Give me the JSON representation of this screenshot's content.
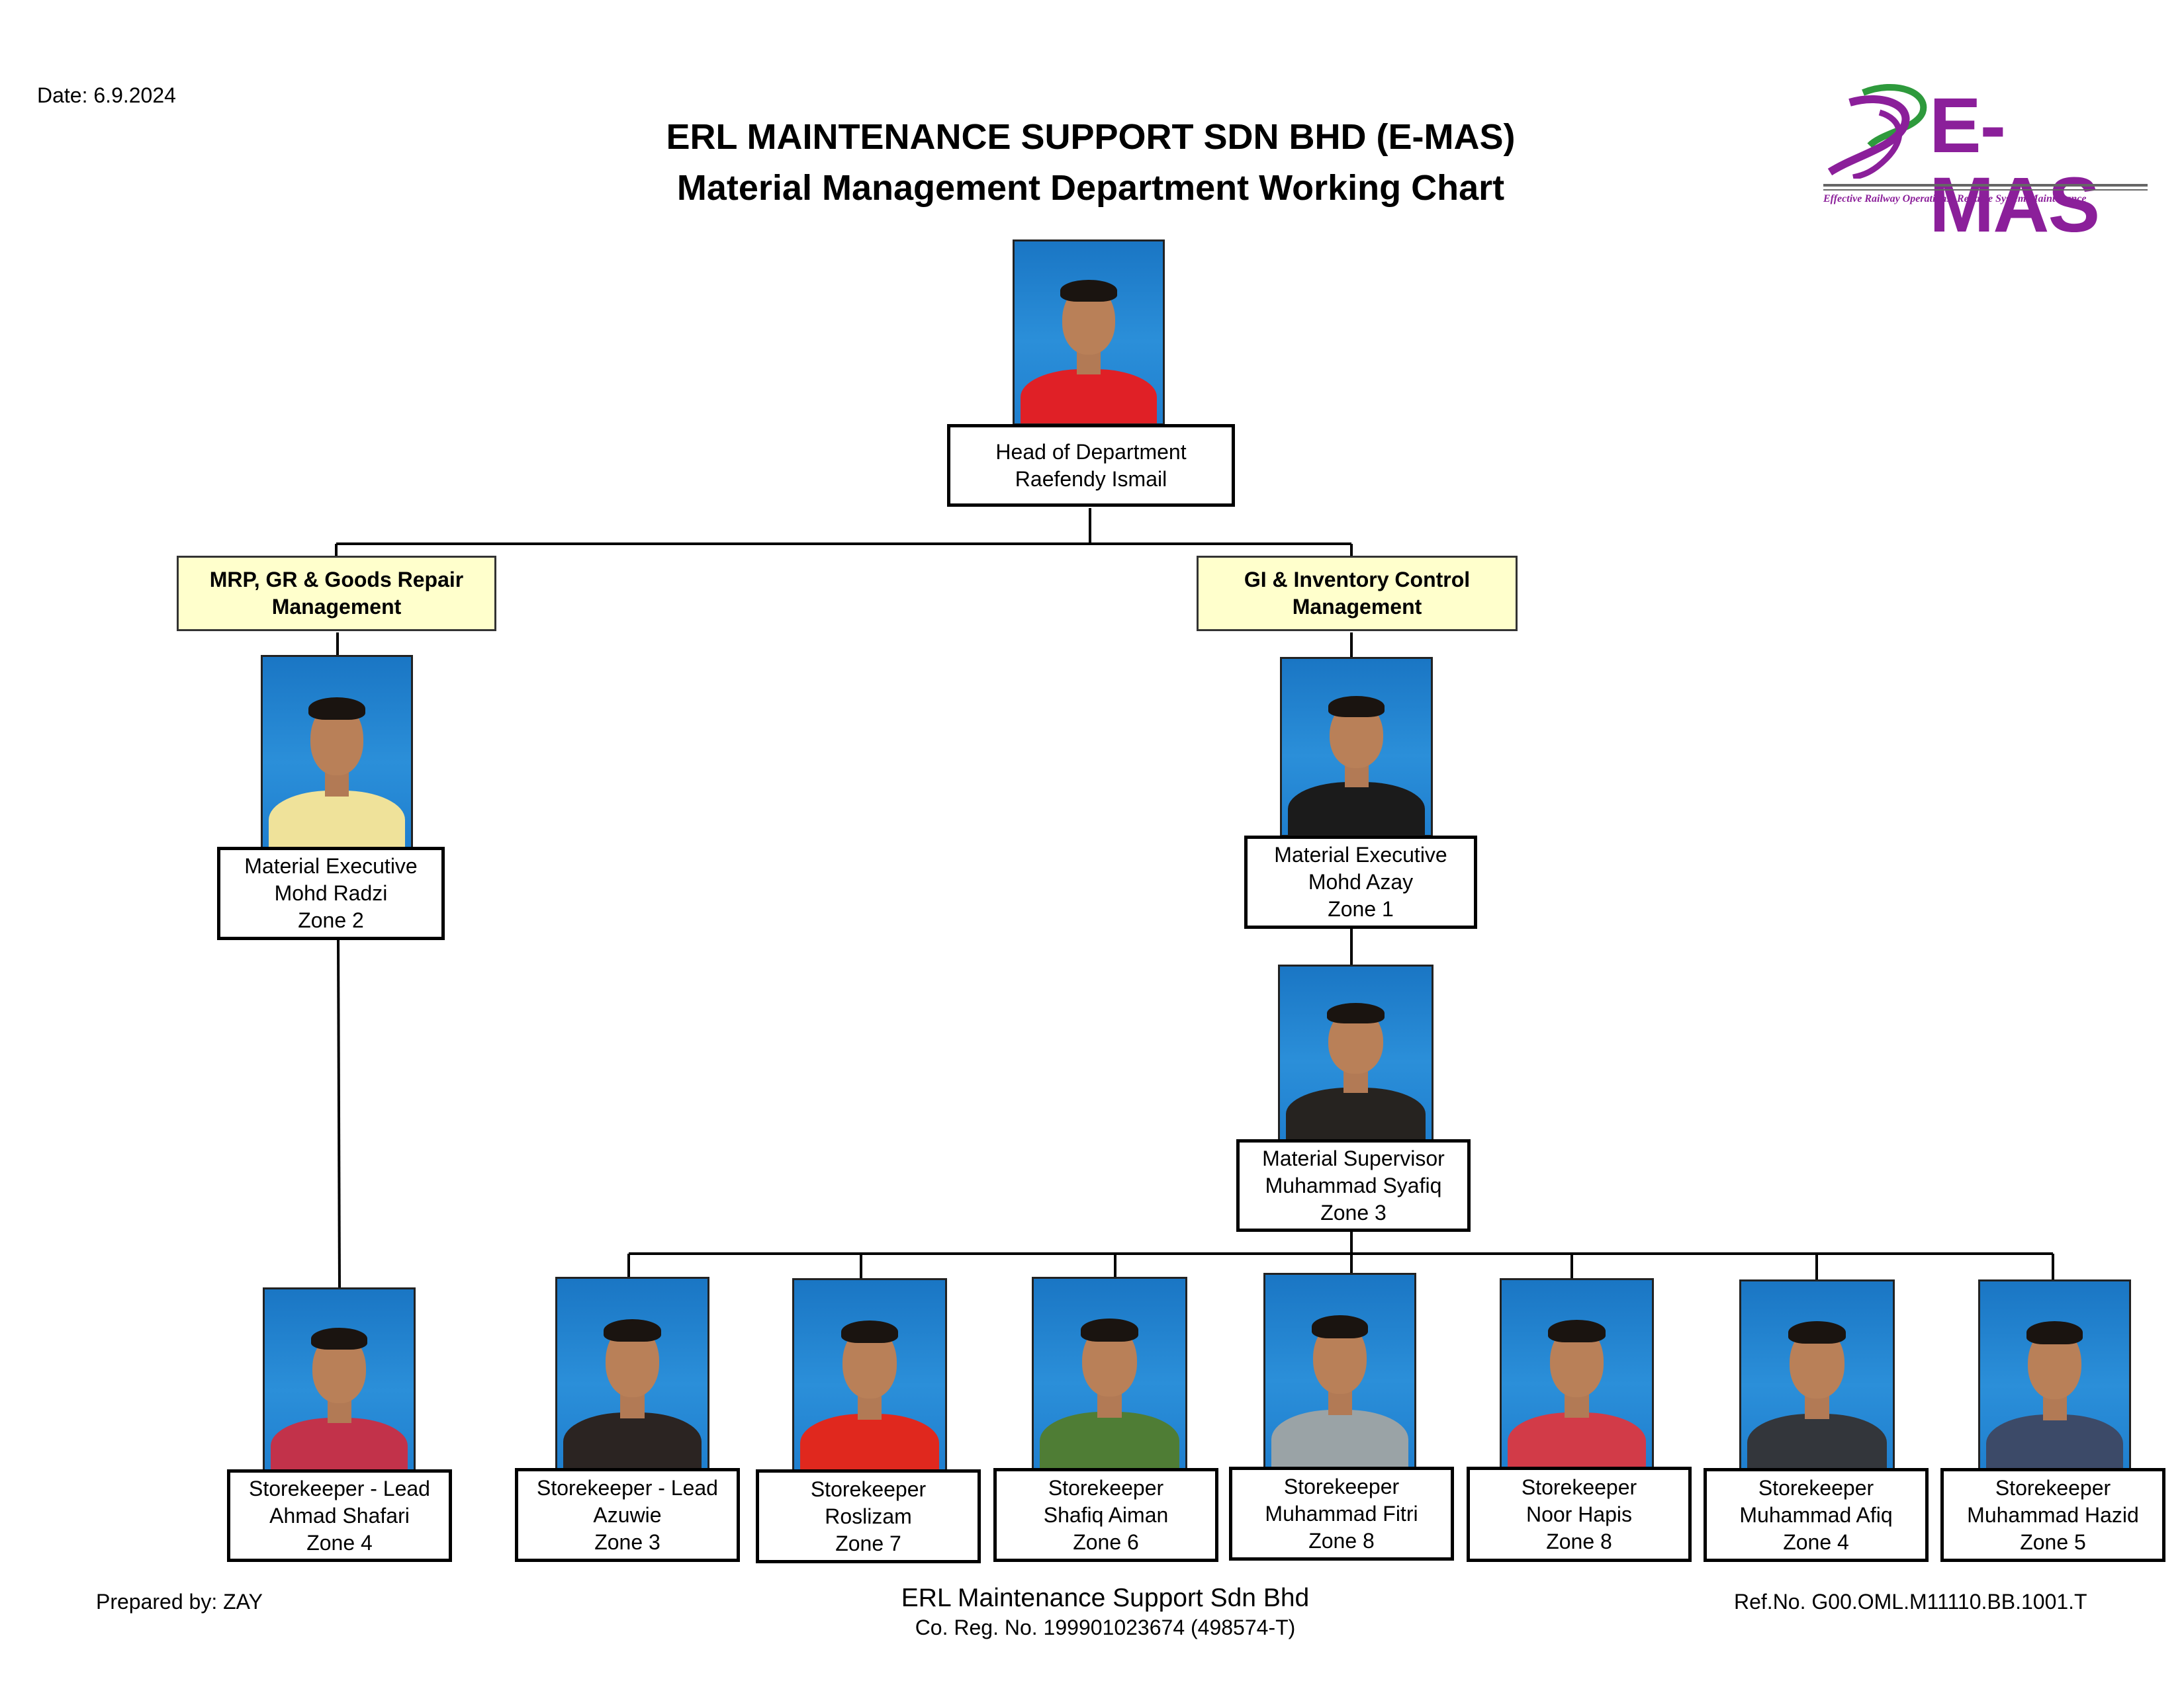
{
  "header": {
    "date": "Date: 6.9.2024",
    "title": "ERL MAINTENANCE SUPPORT SDN BHD (E-MAS)",
    "subtitle": "Material Management Department Working Chart"
  },
  "logo": {
    "text": "E-MAS",
    "tagline": "Effective Railway Operations; Reliable System Maintenance",
    "color": "#8b1f9a",
    "swoosh_green": "#2e9a3c"
  },
  "head": {
    "role": "Head of Department",
    "name": "Raefendy Ismail",
    "shirt": "#e02026"
  },
  "management": [
    {
      "line1": "MRP, GR & Goods Repair",
      "line2": "Management"
    },
    {
      "line1": "GI & Inventory Control",
      "line2": "Management"
    }
  ],
  "executives": [
    {
      "role": "Material Executive",
      "name": "Mohd Radzi",
      "zone": "Zone 2",
      "shirt": "#efe29a"
    },
    {
      "role": "Material Executive",
      "name": "Mohd Azay",
      "zone": "Zone 1",
      "shirt": "#1b1b1b"
    }
  ],
  "supervisor": {
    "role": "Material Supervisor",
    "name": "Muhammad Syafiq",
    "zone": "Zone 3",
    "shirt": "#262320"
  },
  "storekeepers": [
    {
      "role": "Storekeeper - Lead",
      "name": "Ahmad Shafari",
      "zone": "Zone 4",
      "shirt": "#c2324a"
    },
    {
      "role": "Storekeeper - Lead",
      "name": "Azuwie",
      "zone": "Zone 3",
      "shirt": "#2b2422"
    },
    {
      "role": "Storekeeper",
      "name": "Roslizam",
      "zone": "Zone 7",
      "shirt": "#e0281e"
    },
    {
      "role": "Storekeeper",
      "name": "Shafiq Aiman",
      "zone": "Zone 6",
      "shirt": "#4f7d35"
    },
    {
      "role": "Storekeeper",
      "name": "Muhammad Fitri",
      "zone": "Zone 8",
      "shirt": "#9aa3a6"
    },
    {
      "role": "Storekeeper",
      "name": "Noor Hapis",
      "zone": "Zone 8",
      "shirt": "#d23b48"
    },
    {
      "role": "Storekeeper",
      "name": "Muhammad Afiq",
      "zone": "Zone 4",
      "shirt": "#33363b"
    },
    {
      "role": "Storekeeper",
      "name": "Muhammad Hazid",
      "zone": "Zone 5",
      "shirt": "#3c4a68"
    }
  ],
  "footer": {
    "prepared_by": "Prepared by: ZAY",
    "company": "ERL Maintenance Support Sdn Bhd",
    "reg_no": "Co. Reg. No. 199901023674 (498574-T)",
    "ref_no": "Ref.No. G00.OML.M11110.BB.1001.T"
  }
}
